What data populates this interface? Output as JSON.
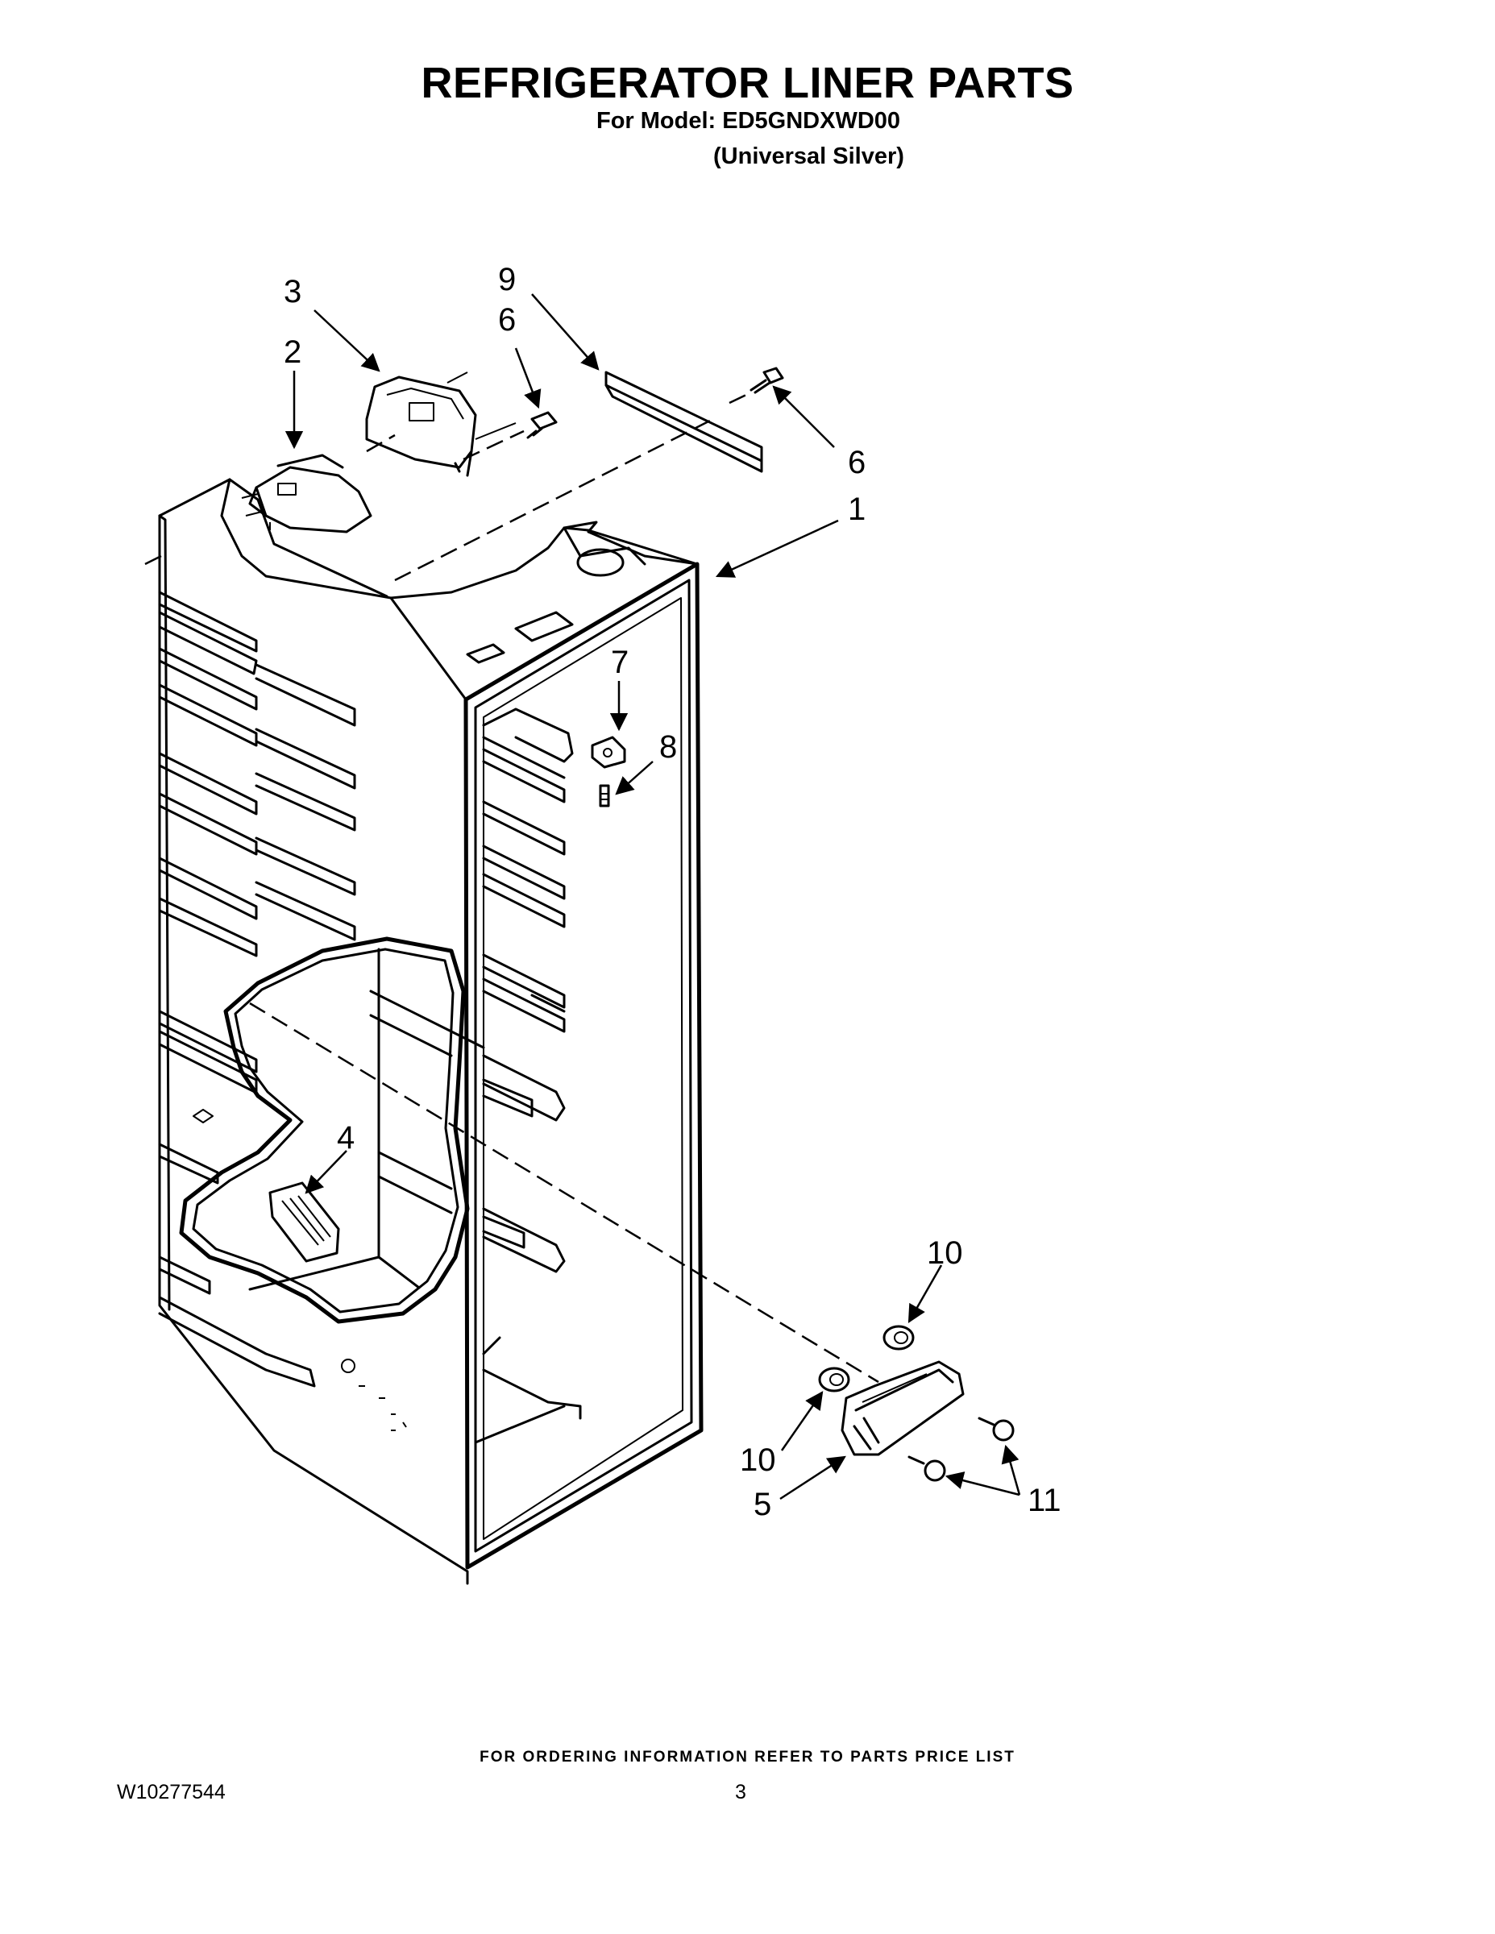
{
  "header": {
    "title": "REFRIGERATOR LINER PARTS",
    "model_line": "For Model: ED5GNDXWD00",
    "color_line": "(Universal Silver)"
  },
  "diagram": {
    "callouts": [
      "1",
      "2",
      "3",
      "4",
      "5",
      "6",
      "6",
      "7",
      "8",
      "9",
      "10",
      "10",
      "11"
    ]
  },
  "footer": {
    "ordering_note": "FOR ORDERING INFORMATION REFER TO PARTS PRICE LIST",
    "doc_number": "W10277544",
    "page_number": "3"
  }
}
